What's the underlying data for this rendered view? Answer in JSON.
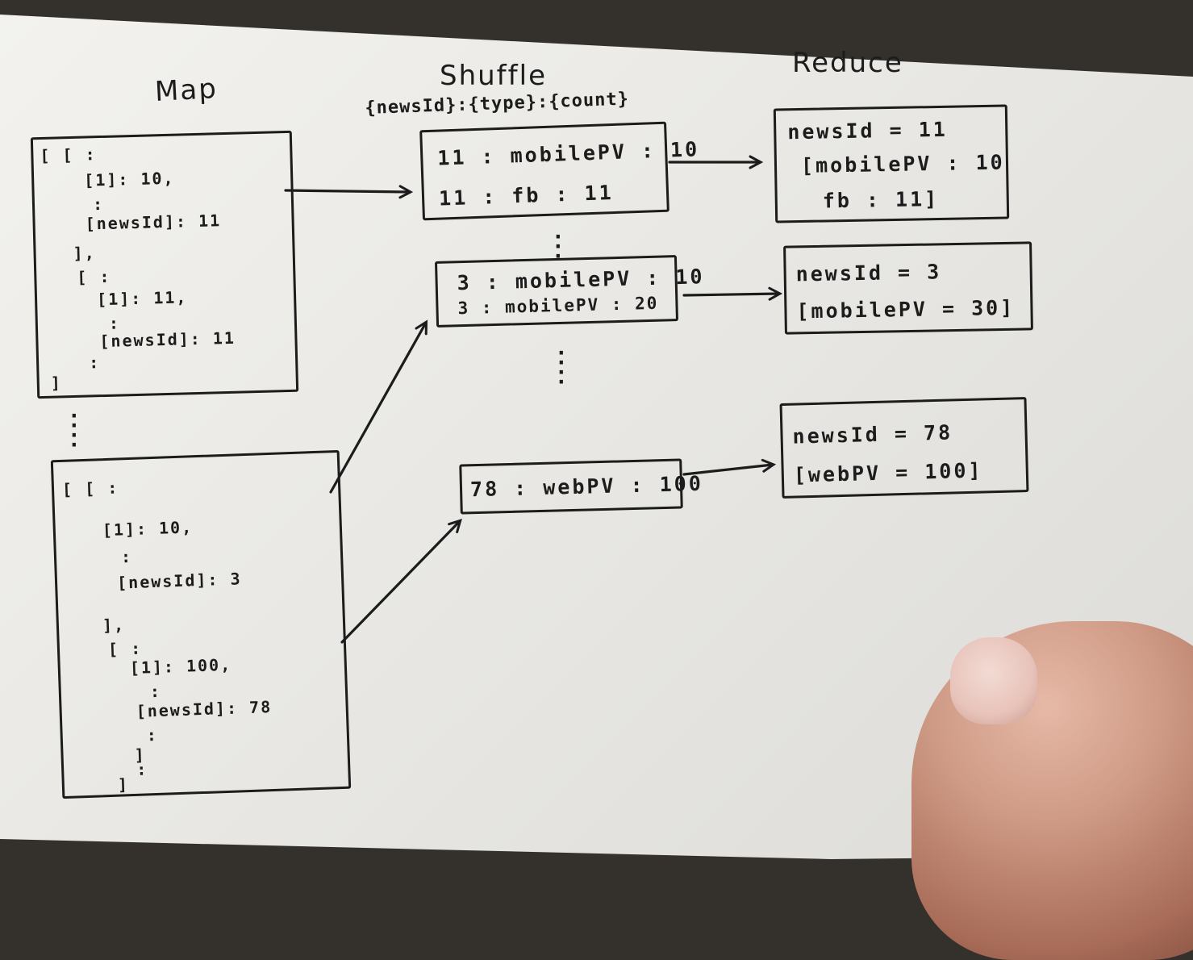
{
  "headings": {
    "map": "Map",
    "shuffle": "Shuffle",
    "shuffle_format": "{newsId}:{type}:{count}",
    "reduce": "Reduce"
  },
  "map_boxes": [
    {
      "lines": [
        "[ [ :",
        "[1]: 10,",
        ":",
        "[newsId]: 11",
        "],",
        "[ :",
        "[1]: 11,",
        ":",
        "[newsId]: 11",
        ":",
        "]"
      ]
    },
    {
      "lines": [
        "[ [ :",
        "[1]: 10,",
        ":",
        "[newsId]: 3",
        "],",
        "[ :",
        "[1]: 100,",
        ":",
        "[newsId]: 78",
        ":",
        "]",
        ":",
        "]"
      ]
    }
  ],
  "shuffle_boxes": [
    {
      "lines": [
        "11 : mobilePV : 10",
        "11 : fb : 11"
      ]
    },
    {
      "lines": [
        "3 : mobilePV : 10",
        "3 : mobilePV : 20"
      ]
    },
    {
      "lines": [
        "78 : webPV : 100"
      ]
    }
  ],
  "reduce_boxes": [
    {
      "lines": [
        "newsId = 11",
        "[mobilePV : 10",
        "fb : 11]"
      ]
    },
    {
      "lines": [
        "newsId = 3",
        "[mobilePV = 30]"
      ]
    },
    {
      "lines": [
        "newsId = 78",
        "[webPV = 100]"
      ]
    }
  ],
  "colors": {
    "ink": "#1c1c1c",
    "paper": "#eeede9"
  }
}
